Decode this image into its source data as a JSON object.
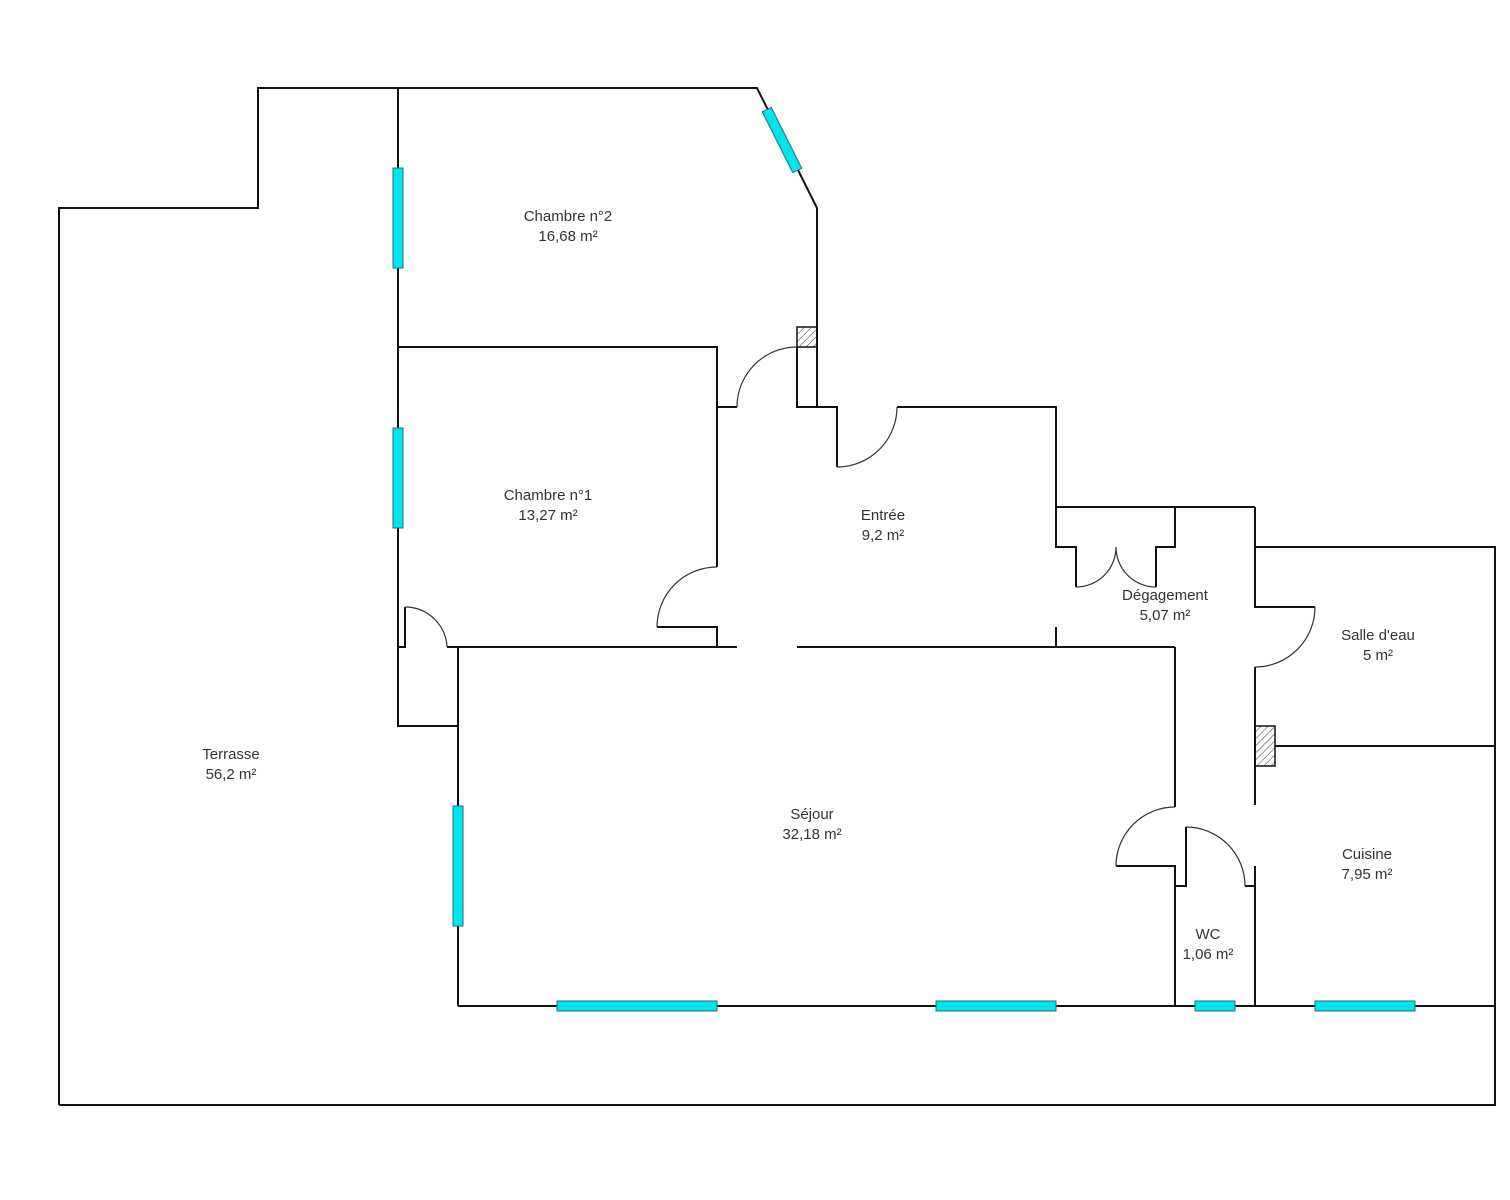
{
  "plan": {
    "wall_color": "#111111",
    "window_color": "#00e5ee",
    "rooms": [
      {
        "name": "Chambre n°2",
        "area": "16,68  m²"
      },
      {
        "name": "Chambre n°1",
        "area": "13,27  m²"
      },
      {
        "name": "Entrée",
        "area": "9,2  m²"
      },
      {
        "name": "Dégagement",
        "area": "5,07  m²"
      },
      {
        "name": "Salle d'eau",
        "area": "5  m²"
      },
      {
        "name": "Terrasse",
        "area": "56,2  m²"
      },
      {
        "name": "Séjour",
        "area": "32,18  m²"
      },
      {
        "name": "Cuisine",
        "area": "7,95  m²"
      },
      {
        "name": "WC",
        "area": "1,06  m²"
      }
    ]
  }
}
